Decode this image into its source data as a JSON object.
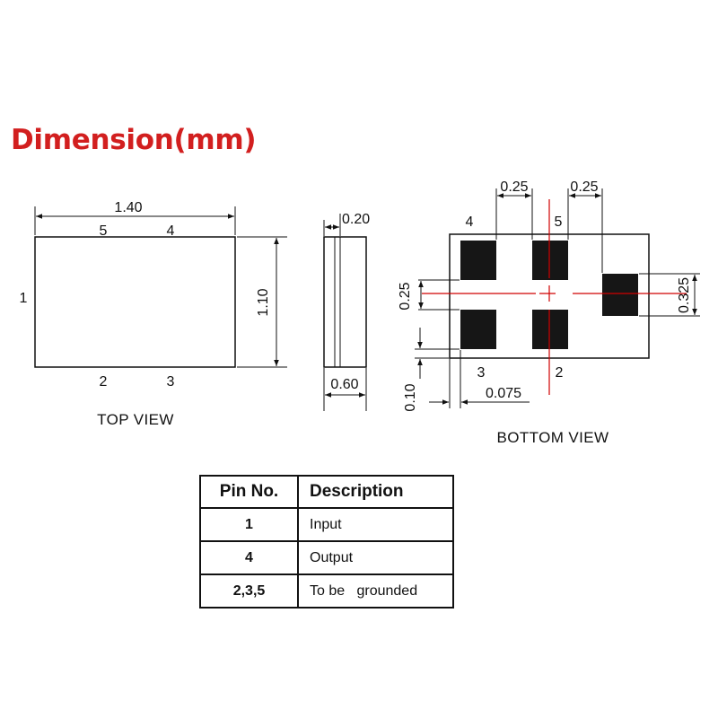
{
  "title": "Dimension(mm)",
  "top_view": {
    "caption": "TOP VIEW",
    "width_dim": "1.40",
    "height_dim": "1.10",
    "pin_labels": {
      "p5": "5",
      "p4": "4",
      "p1": "1",
      "p2": "2",
      "p3": "3"
    }
  },
  "side_view": {
    "thickness_dim": "0.20",
    "width_dim": "0.60"
  },
  "bottom_view": {
    "caption": "BOTTOM VIEW",
    "pad_width_left": "0.25",
    "pad_width_right": "0.25",
    "pad_gap": "0.25",
    "pad1_height": "0.325",
    "edge_offset_v": "0.10",
    "edge_offset_h": "0.075",
    "pin_labels": {
      "p4": "4",
      "p5": "5",
      "p3": "3",
      "p2": "2"
    }
  },
  "pin_table": {
    "headers": [
      "Pin No.",
      "Description"
    ],
    "rows": [
      {
        "pin": "1",
        "description": "Input"
      },
      {
        "pin": "4",
        "description": "Output"
      },
      {
        "pin": "2,3,5",
        "description": "To be   grounded"
      }
    ]
  },
  "colors": {
    "title": "#d21f1f",
    "centerline": "#d00000",
    "pad": "#161616"
  }
}
